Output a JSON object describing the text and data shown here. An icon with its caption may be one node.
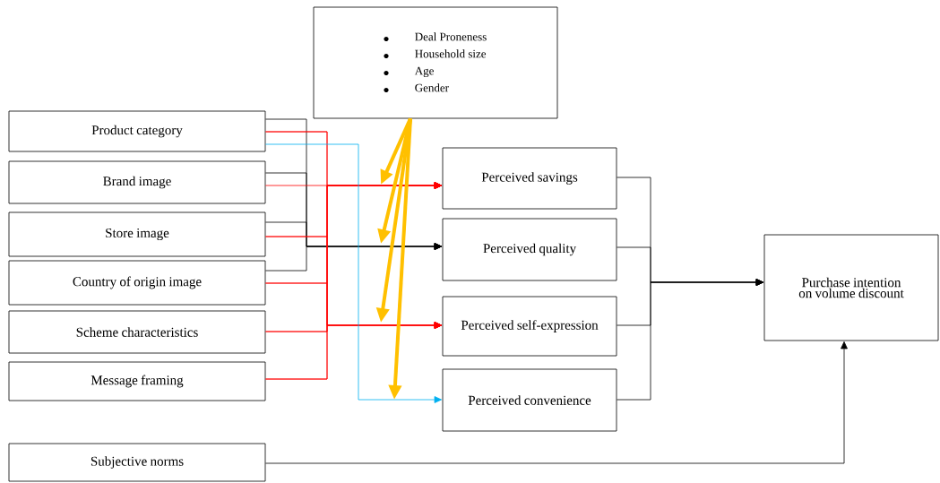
{
  "diagram": {
    "nodes": [
      {
        "text": [
          "Deal Proneness",
          "Household size",
          "Age",
          "Gender"
        ]
      },
      {
        "text": [
          "Product category"
        ]
      },
      {
        "text": [
          "Brand image"
        ]
      },
      {
        "text": [
          "Store image"
        ]
      },
      {
        "text": [
          "Country of origin image"
        ]
      },
      {
        "text": [
          "Scheme characteristics"
        ]
      },
      {
        "text": [
          "Message framing"
        ]
      },
      {
        "text": [
          "Perceived savings"
        ]
      },
      {
        "text": [
          "Perceived quality"
        ]
      },
      {
        "text": [
          "Perceived self-expression"
        ]
      },
      {
        "text": [
          "Perceived convenience"
        ]
      },
      {
        "text": [
          "Purchase intention on volume discount"
        ]
      },
      {
        "text": [
          "Subjective norms"
        ]
      }
    ],
    "edges": [
      {
        "from": 1,
        "to": 8,
        "arrow": "to",
        "color": "#000000"
      },
      {
        "from": 2,
        "to": 8,
        "arrow": "to",
        "color": "#000000"
      },
      {
        "from": 3,
        "to": 8,
        "arrow": "to",
        "color": "#000000"
      },
      {
        "from": 4,
        "to": 8,
        "arrow": "to",
        "color": "#000000"
      },
      {
        "from": 1,
        "to": 7,
        "arrow": "to",
        "color": "#ff0000"
      },
      {
        "from": 3,
        "to": 7,
        "arrow": "to",
        "color": "#ff0000"
      },
      {
        "from": 4,
        "to": 7,
        "arrow": "to",
        "color": "#ff0000"
      },
      {
        "from": 5,
        "to": 7,
        "arrow": "to",
        "color": "#ff0000"
      },
      {
        "from": 6,
        "to": 7,
        "arrow": "to",
        "color": "#ff0000"
      },
      {
        "from": 1,
        "to": 9,
        "arrow": "to",
        "color": "#ff0000"
      },
      {
        "from": 3,
        "to": 9,
        "arrow": "to",
        "color": "#ff0000"
      },
      {
        "from": 4,
        "to": 9,
        "arrow": "to",
        "color": "#ff0000"
      },
      {
        "from": 5,
        "to": 9,
        "arrow": "to",
        "color": "#ff0000"
      },
      {
        "from": 6,
        "to": 9,
        "arrow": "to",
        "color": "#ff0000"
      },
      {
        "from": 2,
        "to": 7,
        "arrow": "to",
        "color": "#ff0000"
      },
      {
        "from": 1,
        "to": 10,
        "arrow": "to",
        "color": "#00b0f0"
      },
      {
        "from": 0,
        "to": null,
        "arrow": "to",
        "style": "thick",
        "color": "#ffc000"
      },
      {
        "from": 0,
        "to": null,
        "arrow": "to",
        "style": "thick",
        "color": "#ffc000"
      },
      {
        "from": 0,
        "to": null,
        "arrow": "to",
        "style": "thick",
        "color": "#ffc000"
      },
      {
        "from": 0,
        "to": null,
        "arrow": "to",
        "style": "thick",
        "color": "#ffc000"
      },
      {
        "from": 7,
        "to": 11,
        "arrow": "to",
        "color": "#000000"
      },
      {
        "from": 8,
        "to": 11,
        "arrow": "to",
        "color": "#000000"
      },
      {
        "from": 9,
        "to": 11,
        "arrow": "to",
        "color": "#000000"
      },
      {
        "from": 10,
        "to": 11,
        "arrow": "to",
        "color": "#000000"
      },
      {
        "from": 12,
        "to": 11,
        "arrow": "to",
        "color": "#000000"
      }
    ]
  }
}
